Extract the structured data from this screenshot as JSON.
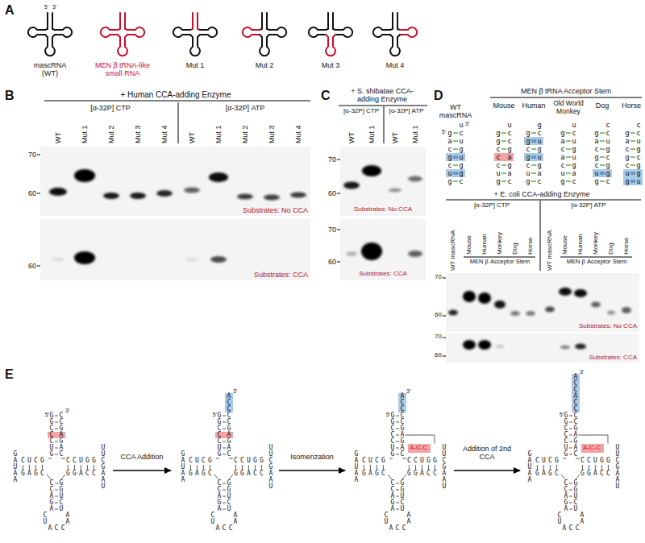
{
  "diagram": {
    "labels": [
      "A",
      "5'",
      "3'",
      "mascRNA (WT)",
      "MEN β tRNA-like small RNA",
      "Mut 1",
      "Mut 2",
      "Mut 3",
      "Mut 4",
      "B",
      "+ Human CCA-adding Enzyme",
      "[α-32P] CTP",
      "[α-32P] ATP",
      "WT",
      "Mut 1",
      "Mut 2",
      "Mut 3",
      "Mut 4",
      "WT",
      "Mut 1",
      "Mut 2",
      "Mut 3",
      "Mut 4",
      "70",
      "60",
      "Substrates: No CCA",
      "60",
      "Substrates: CCA",
      "C",
      "+ S. shibatae CCA-adding Enzyme",
      "[α-32P] CTP",
      "[α-32P] ATP",
      "WT",
      "Mut 1",
      "WT",
      "Mut 1",
      "70",
      "60",
      "Substrates: No CCA",
      "70",
      "60",
      "Substrates: CCA",
      "D",
      "WT mascRNA",
      "MEN β tRNA Acceptor Stem",
      "Mouse",
      "Human",
      "Old World Monkey",
      "Dog",
      "Horse",
      "5'",
      "3'",
      "u",
      "gacgcug",
      "cuguggc",
      "u",
      "ggcccug",
      "ccgagac",
      "g",
      "ggcgcug",
      "cugugac",
      "u",
      "gacacug",
      "cugugac",
      "c",
      "gacgcug",
      "cugcggc",
      "c",
      "gacgcug",
      "cugcggu",
      "+ E. coli CCA-adding Enzyme",
      "[α-32P] CTP",
      "[α-32P] ATP",
      "WT mascRNA",
      "Mouse",
      "Human",
      "Monkey",
      "Dog",
      "Horse",
      "WT mascRNA",
      "Mouse",
      "Human",
      "Monkey",
      "Dog",
      "Horse",
      "MEN β Acceptor Stem",
      "MEN β Acceptor Stem",
      "70",
      "60",
      "Substrates: No CCA",
      "70",
      "60",
      "Substrates: CCA",
      "E",
      "5'",
      "3'",
      "GGCCCUG",
      "CCGAGAC",
      "CUCG",
      "GAUAA",
      "GAGC",
      "CCAGA",
      "GGUCU",
      "CU",
      "ACC",
      "AA",
      "CCUGG",
      "UUCGAAU",
      "GGACC",
      "CCA Addition",
      "5'",
      "3'",
      "GGCCCUG",
      "CCGAGAC",
      "ACC",
      "CUCG",
      "GAUAA",
      "GAGC",
      "CCAGA",
      "GGUCU",
      "CU",
      "ACC",
      "AA",
      "CCUGG",
      "UUCGAAU",
      "GGACC",
      "Isomerization",
      "5'",
      "3'",
      "GGCCCUG",
      "CCGAGAC",
      "ACC",
      "CUCG",
      "GAUAA",
      "GAGC",
      "CCAGA",
      "GGUCU",
      "CU",
      "ACC",
      "AA",
      "CCUGG",
      "UUCGAAU",
      "GGACC",
      "A-C-C",
      "Addition of 2nd CCA",
      "5'",
      "3'",
      "GGCCCUG",
      "CCGAGAC",
      "ACCACC",
      "CUCG",
      "GAUAA",
      "GAGC",
      "CCAGA",
      "GGUCU",
      "CU",
      "ACC",
      "AA",
      "CCUGG",
      "UUCGAAU",
      "GGACC",
      "A-C-C"
    ]
  }
}
